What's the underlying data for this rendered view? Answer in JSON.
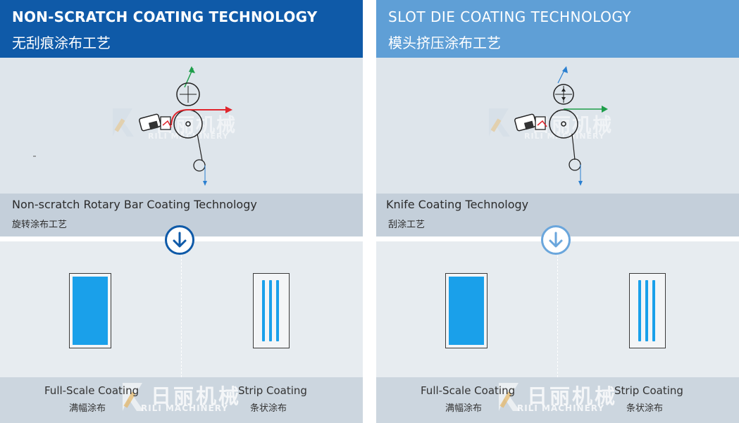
{
  "left": {
    "title_en": "NON-SCRATCH COATING TECHNOLOGY",
    "title_cn": "无刮痕涂布工艺",
    "caption_en": "Non-scratch Rotary Bar Coating Technology",
    "caption_cn": "旋转涂布工艺",
    "full_en": "Full-Scale Coating",
    "full_cn": "满幅涂布",
    "strip_en": "Strip Coating",
    "strip_cn": "条状涂布",
    "watermark_cn": "日丽机械",
    "watermark_en": "RILI MACHINERY"
  },
  "right": {
    "title_en": "SLOT DIE COATING TECHNOLOGY",
    "title_cn": "模头挤压涂布工艺",
    "caption_en": "Knife Coating Technology",
    "caption_cn": "刮涂工艺",
    "full_en": "Full-Scale Coating",
    "full_cn": "满幅涂布",
    "strip_en": "Strip Coating",
    "strip_cn": "条状涂布",
    "watermark_cn": "日丽机械",
    "watermark_en": "RILI MACHINERY"
  },
  "colors": {
    "left_header": "#0f5aa8",
    "right_header": "#5f9fd6",
    "coating_blue": "#1aa0ea",
    "arrow_red": "#e0262d",
    "arrow_green": "#1e9e4a"
  },
  "icons": [
    "down-arrow-icon",
    "rili-logo-icon"
  ]
}
